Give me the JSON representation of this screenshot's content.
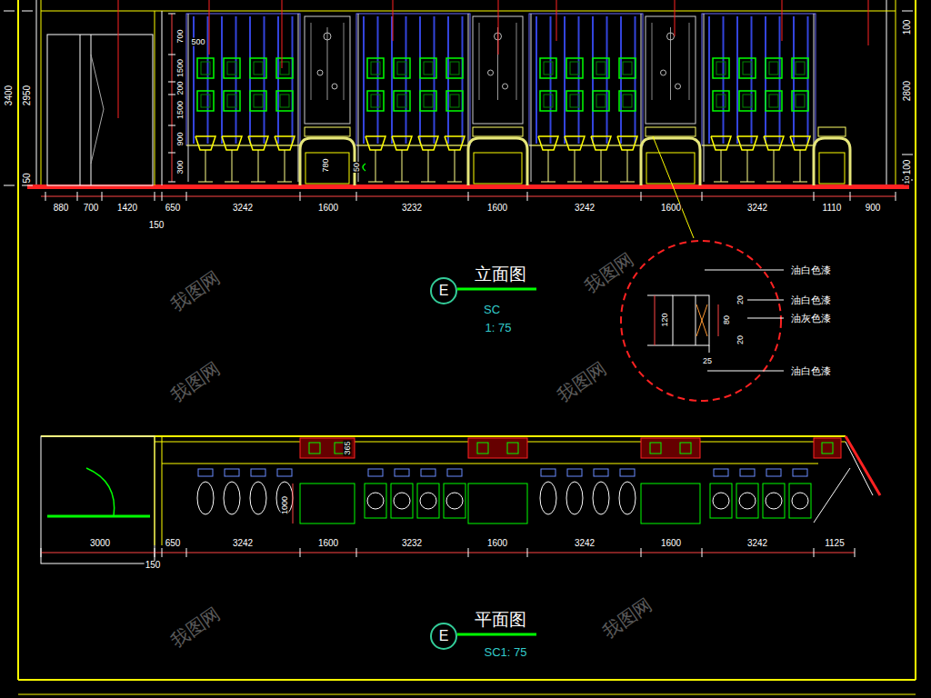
{
  "diagram": {
    "nodes": [
      {
        "text": [
          "E"
        ]
      },
      {
        "text": [
          "E"
        ]
      }
    ],
    "labels": [
      "3400",
      "2950",
      "50",
      "700",
      "500",
      "1500",
      "200",
      "1500",
      "900",
      "300",
      "780",
      "50",
      "100",
      "2800",
      "100",
      "10",
      "880",
      "700",
      "1420",
      "150",
      "650",
      "3242",
      "1600",
      "3232",
      "1600",
      "3242",
      "1600",
      "3242",
      "1110",
      "900",
      "立面图",
      "SC",
      "1: 75",
      "油白色漆",
      "油白色漆",
      "油灰色漆",
      "油白色漆",
      "120",
      "80",
      "20",
      "20",
      "25",
      "365",
      "1000",
      "3000",
      "650",
      "150",
      "3242",
      "1600",
      "3232",
      "1600",
      "3242",
      "1600",
      "3242",
      "1125",
      "平面图",
      "SC1: 75",
      "我图网",
      "我图网",
      "我图网",
      "我图网",
      "我图网",
      "我图网"
    ]
  }
}
